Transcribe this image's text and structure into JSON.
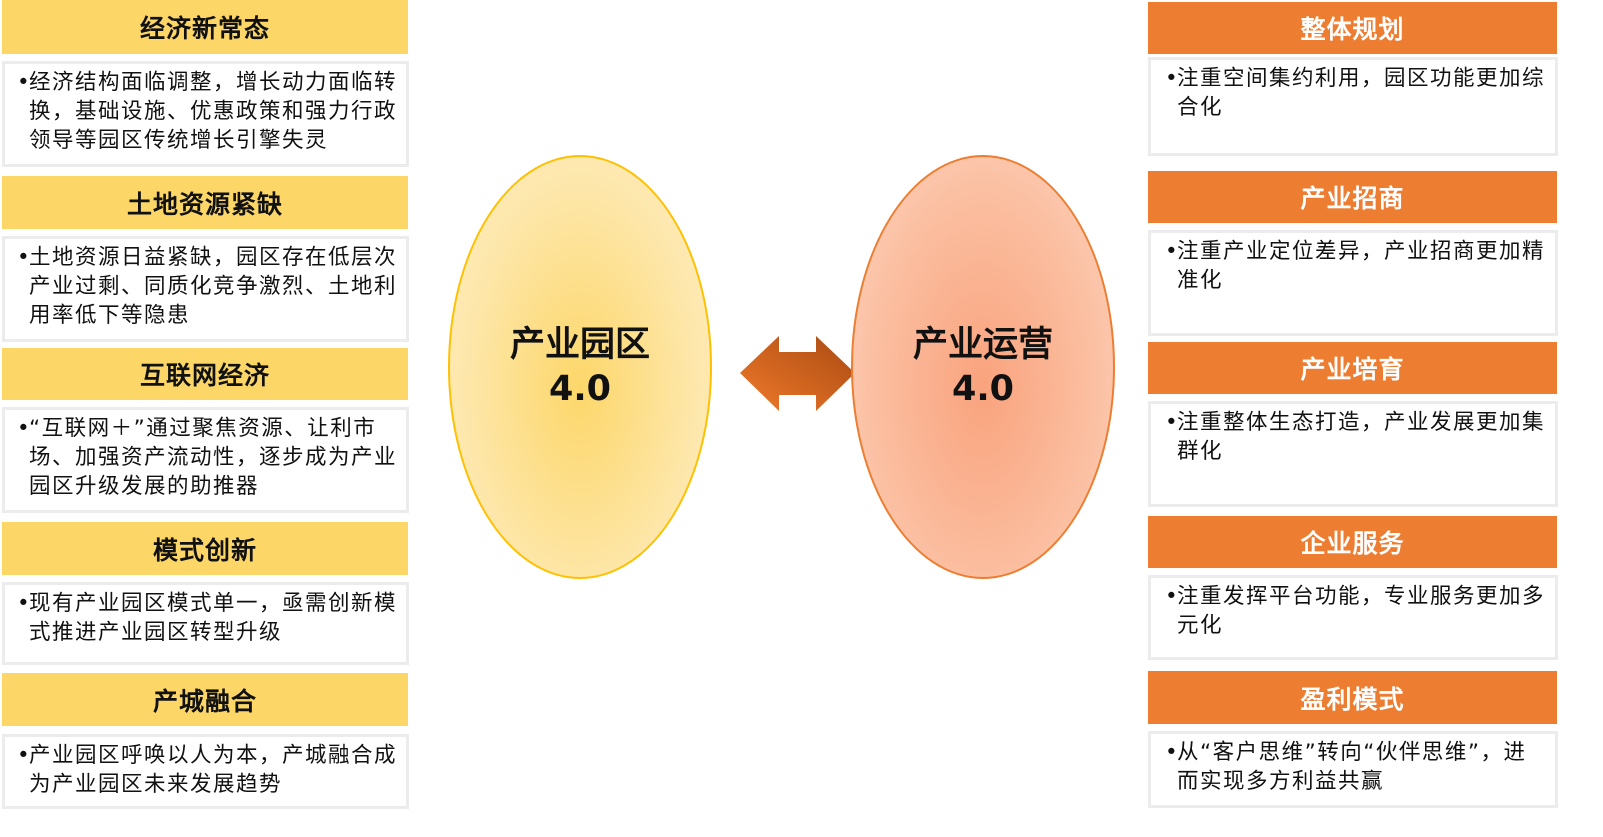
{
  "left": [
    {
      "title": "经济新常态",
      "text": "经济结构面临调整，增长动力面临转换，基础设施、优惠政策和强力行政领导等园区传统增长引擎失灵"
    },
    {
      "title": "土地资源紧缺",
      "text": "土地资源日益紧缺，园区存在低层次产业过剩、同质化竞争激烈、土地利用率低下等隐患"
    },
    {
      "title": "互联网经济",
      "text": "“互联网＋”通过聚焦资源、让利市场、加强资产流动性，逐步成为产业园区升级发展的助推器"
    },
    {
      "title": "模式创新",
      "text": "现有产业园区模式单一，亟需创新模式推进产业园区转型升级"
    },
    {
      "title": "产城融合",
      "text": "产业园区呼唤以人为本，产城融合成为产业园区未来发展趋势"
    }
  ],
  "center": {
    "left_title": "产业园区",
    "left_version": "4.0",
    "right_title": "产业运营",
    "right_version": "4.0"
  },
  "right": [
    {
      "title": "整体规划",
      "text": "注重空间集约利用，园区功能更加综合化"
    },
    {
      "title": "产业招商",
      "text": "注重产业定位差异，产业招商更加精准化"
    },
    {
      "title": "产业培育",
      "text": "注重整体生态打造，产业发展更加集群化"
    },
    {
      "title": "企业服务",
      "text": "注重发挥平台功能，专业服务更加多元化"
    },
    {
      "title": "盈利模式",
      "text": "从“客户思维”转向“伙伴思维”，进而实现多方利益共赢"
    }
  ],
  "colors": {
    "left_header": "#fcd768",
    "right_header": "#ed7d31",
    "arrow": "#d9621f"
  }
}
